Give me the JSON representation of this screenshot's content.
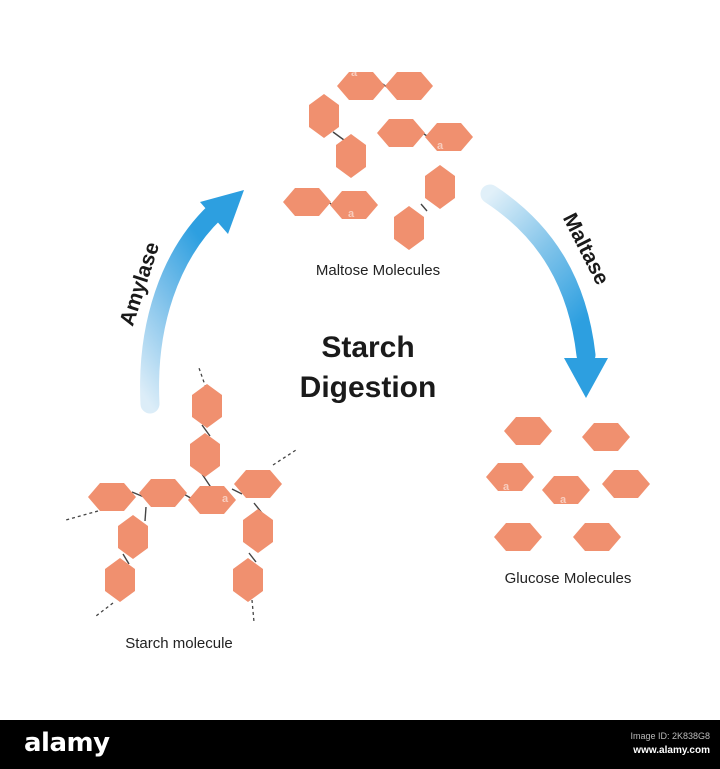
{
  "diagram": {
    "title_line1": "Starch",
    "title_line2": "Digestion",
    "enzyme_left": "Amylase",
    "enzyme_right": "Maltase",
    "label_maltose": "Maltose Molecules",
    "label_starch": "Starch molecule",
    "label_glucose": "Glucose Molecules"
  },
  "colors": {
    "hexagon_fill": "#f0906f",
    "arrow_dark": "#2d9fe0",
    "arrow_light": "#d6ecf8",
    "bond": "#444444",
    "title": "#1a1a1a"
  },
  "icons": {
    "molecule_unit": "hexagon-icon",
    "process_arrow": "curved-arrow-icon"
  },
  "footer": {
    "brand": "alamy",
    "image_id": "Image ID: 2K838G8",
    "url": "www.alamy.com"
  }
}
